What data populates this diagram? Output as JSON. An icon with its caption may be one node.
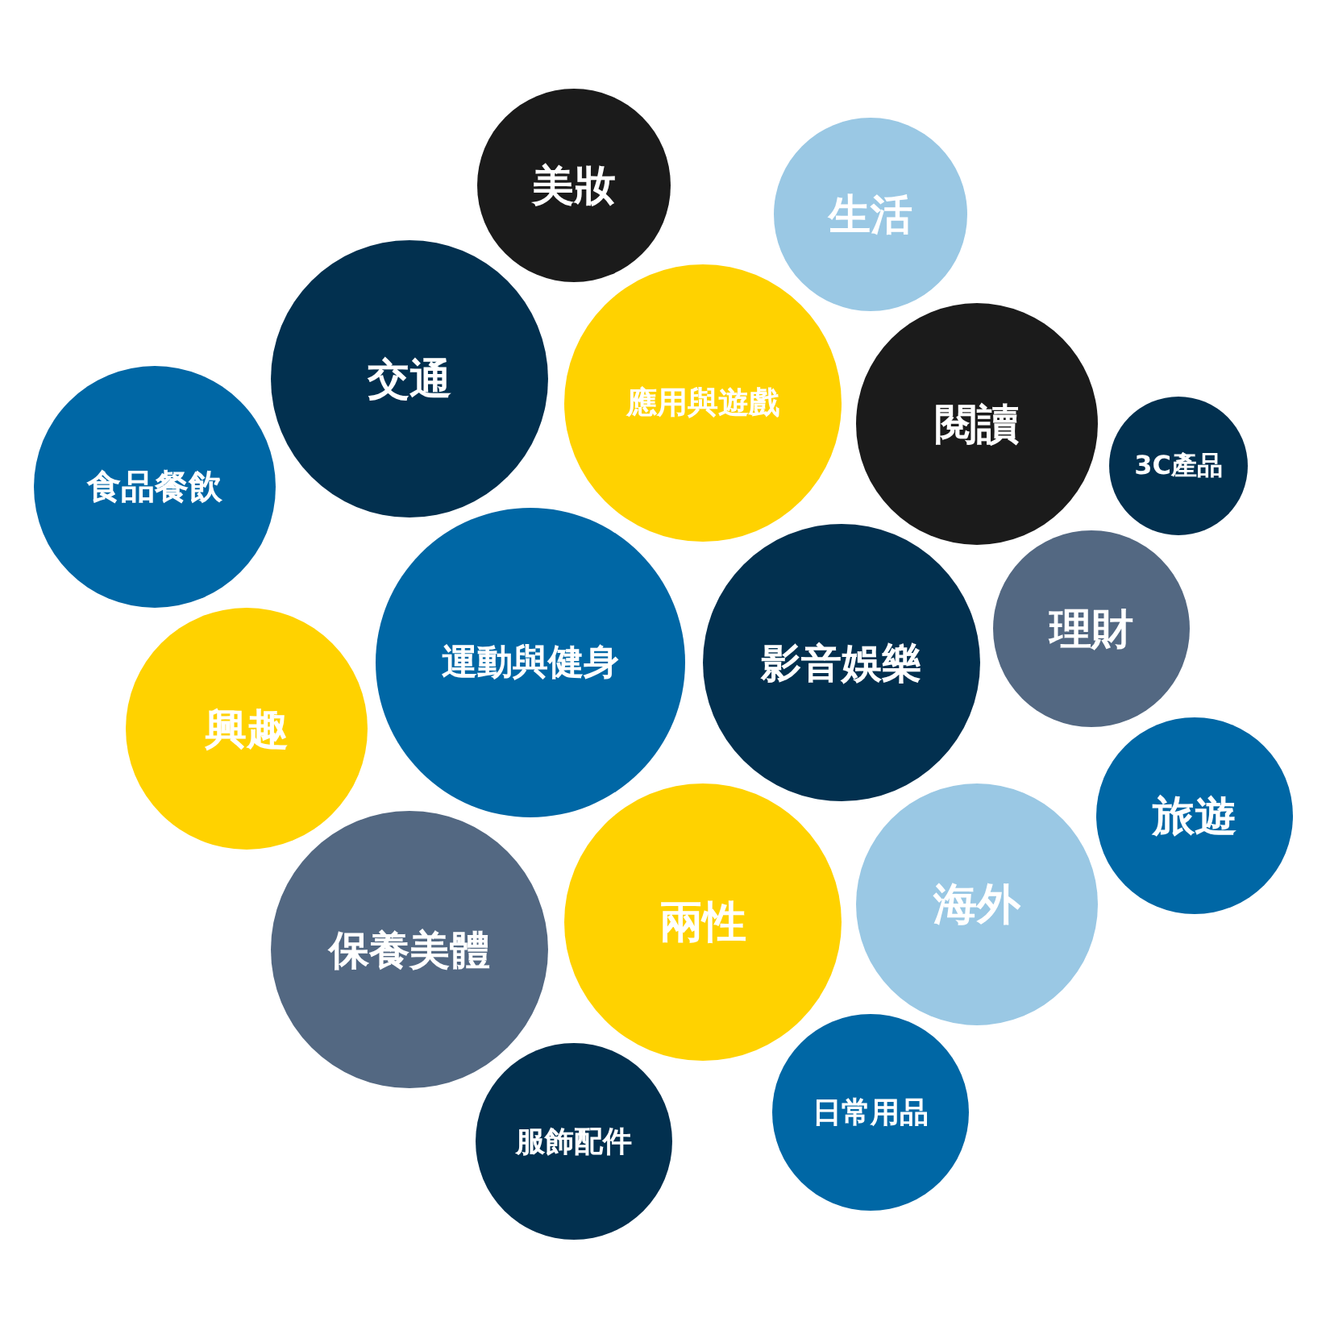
{
  "diagram": {
    "nodes": [
      {
        "text": [
          "美妝"
        ]
      },
      {
        "text": [
          "生活"
        ]
      },
      {
        "text": [
          "交通"
        ]
      },
      {
        "text": [
          "應用與遊戲"
        ]
      },
      {
        "text": [
          "閱讀"
        ]
      },
      {
        "text": [
          "3C產品"
        ]
      },
      {
        "text": [
          "食品餐飲"
        ]
      },
      {
        "text": [
          "運動與健身"
        ]
      },
      {
        "text": [
          "影音娛樂"
        ]
      },
      {
        "text": [
          "理財"
        ]
      },
      {
        "text": [
          "興趣"
        ]
      },
      {
        "text": [
          "旅遊"
        ]
      },
      {
        "text": [
          "保養美體"
        ]
      },
      {
        "text": [
          "兩性"
        ]
      },
      {
        "text": [
          "海外"
        ]
      },
      {
        "text": [
          "日常用品"
        ]
      },
      {
        "text": [
          "服飾配件"
        ]
      }
    ]
  }
}
